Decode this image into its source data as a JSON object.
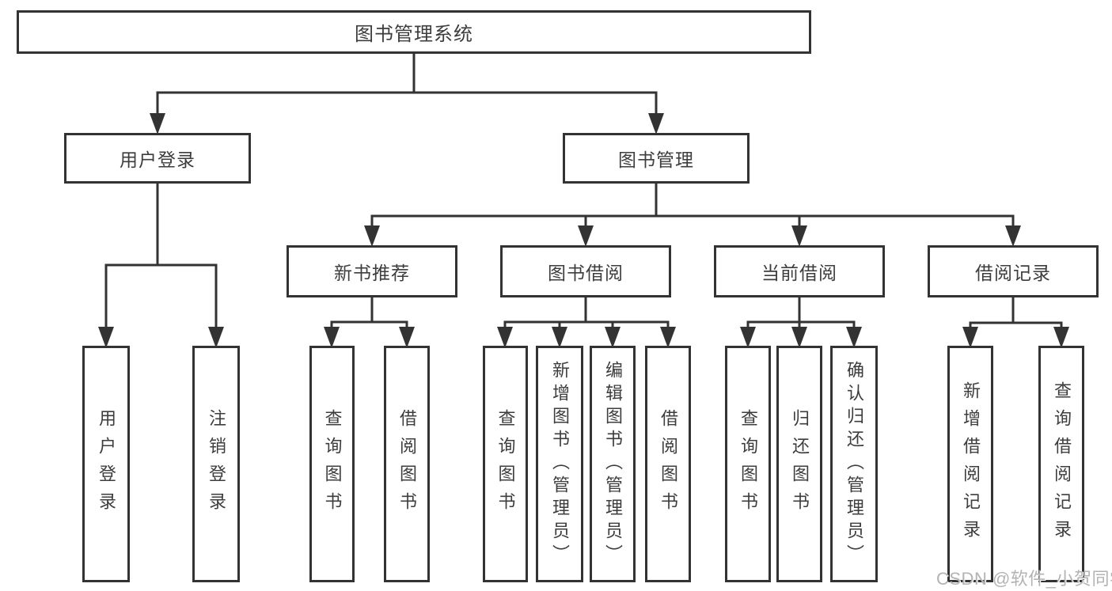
{
  "colors": {
    "line": "#333333",
    "box_border": "#333333",
    "box_background": "#ffffff",
    "text": "#3d3d3d",
    "watermark": "#b3b3b3",
    "page_background": "#ffffff"
  },
  "diagram": {
    "root": "图书管理系统",
    "level2": {
      "user_login": "用户登录",
      "book_mgmt": "图书管理"
    },
    "level3": {
      "rec": "新书推荐",
      "borrow": "图书借阅",
      "current": "当前借阅",
      "records": "借阅记录"
    },
    "leaves": {
      "ul_login": "用户登录",
      "ul_logout": "注销登录",
      "rec_query": "查询图书",
      "rec_borrow": "借阅图书",
      "bb_query": "查询图书",
      "bb_add": "新增图书（管理员）",
      "bb_edit": "编辑图书（管理员）",
      "bb_borrow": "借阅图书",
      "cb_query": "查询图书",
      "cb_return": "归还图书",
      "cb_confirm": "确认归还（管理员）",
      "br_add": "新增借阅记录",
      "br_query": "查询借阅记录"
    }
  },
  "watermark": "CSDN @软件_小贺同学"
}
